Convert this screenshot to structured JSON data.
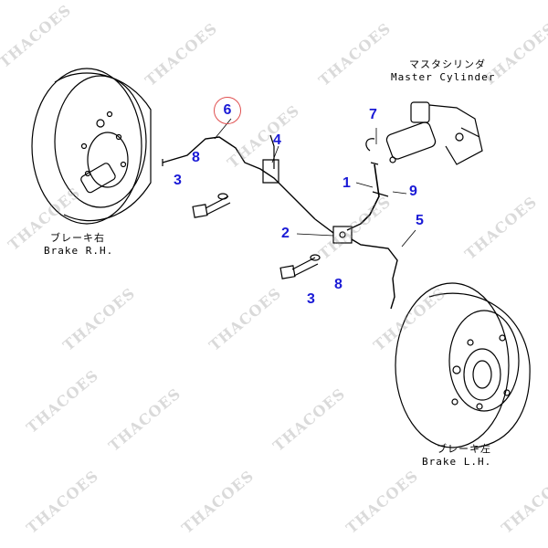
{
  "labels": {
    "brake_rh_jp": "ブレーキ右",
    "brake_rh_en": "Brake R.H.",
    "brake_lh_jp": "ブレーキ左",
    "brake_lh_en": "Brake L.H.",
    "master_cylinder_jp": "マスタシリンダ",
    "master_cylinder_en": "Master Cylinder"
  },
  "callouts": {
    "c1": "1",
    "c2": "2",
    "c3a": "3",
    "c3b": "3",
    "c4": "4",
    "c5": "5",
    "c6": "6",
    "c7": "7",
    "c8a": "8",
    "c8b": "8",
    "c9": "9"
  },
  "watermark": "THACOES",
  "colors": {
    "callout": "#1a1ad6",
    "highlight_ring": "#e05050",
    "line": "#000000"
  }
}
